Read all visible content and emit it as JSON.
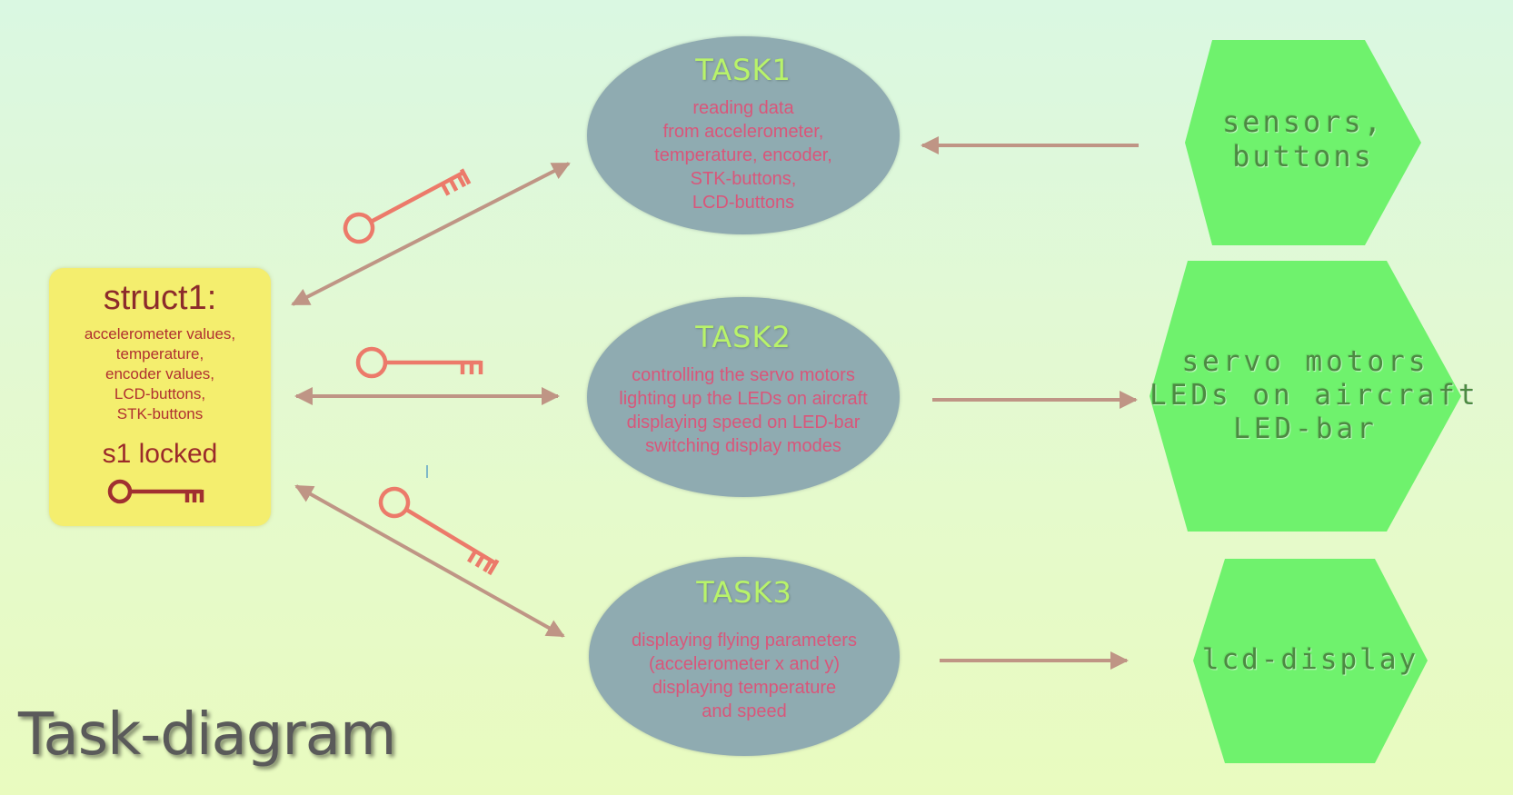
{
  "diagram_title": "Task-diagram",
  "struct": {
    "title": "struct1:",
    "lines": [
      "accelerometer values,",
      "temperature,",
      "encoder values,",
      "LCD-buttons,",
      "STK-buttons"
    ],
    "locked": "s1 locked"
  },
  "tasks": [
    {
      "title": "TASK1",
      "lines": [
        "reading data",
        "from accelerometer,",
        "temperature, encoder,",
        "STK-buttons,",
        "LCD-buttons"
      ]
    },
    {
      "title": "TASK2",
      "lines": [
        "controlling the servo motors",
        "lighting up the LEDs on aircraft",
        "displaying speed on LED-bar",
        "switching display modes"
      ]
    },
    {
      "title": "TASK3",
      "lines": [
        "displaying flying parameters",
        "(accelerometer x and y)",
        "displaying temperature",
        "and speed"
      ]
    }
  ],
  "devices": [
    {
      "lines": [
        "sensors,",
        "buttons"
      ]
    },
    {
      "lines": [
        "servo motors",
        "LEDs on aircraft",
        "LED-bar"
      ]
    },
    {
      "lines": [
        "lcd-display"
      ]
    }
  ],
  "colors": {
    "ellipse": "#8fabb1",
    "task_title": "#b8f36a",
    "task_text": "#d9567a",
    "struct_bg": "#f4ee6e",
    "struct_text": "#b03030",
    "hexagon": "#6ff26d",
    "arrow": "#bf9585",
    "key_free": "#ec7a6a",
    "key_locked": "#a03030"
  },
  "icons": [
    "key-icon",
    "arrow"
  ]
}
